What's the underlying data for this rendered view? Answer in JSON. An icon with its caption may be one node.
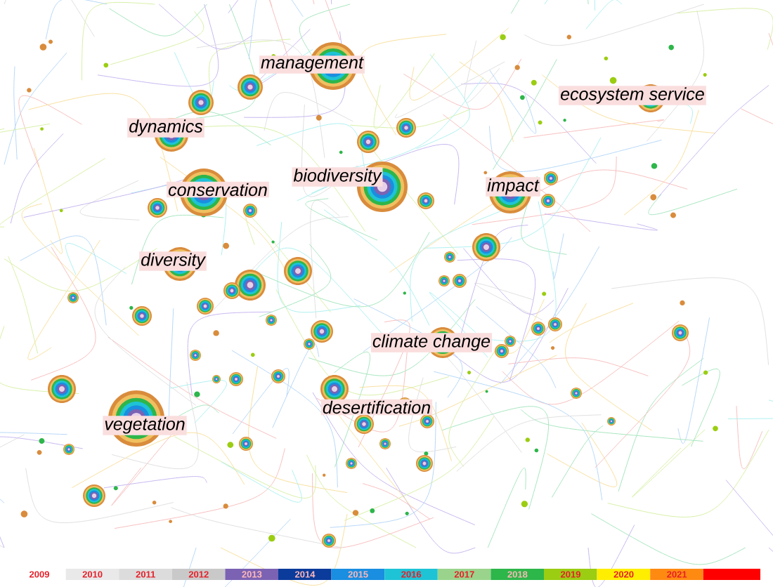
{
  "diagram": {
    "nodes": [
      {
        "text": [
          "management"
        ]
      },
      {
        "text": [
          "dynamics"
        ]
      },
      {
        "text": [
          "ecosystem service"
        ]
      },
      {
        "text": [
          "conservation"
        ]
      },
      {
        "text": [
          "biodiversity"
        ]
      },
      {
        "text": [
          "impact"
        ]
      },
      {
        "text": [
          "diversity"
        ]
      },
      {
        "text": [
          "climate change"
        ]
      },
      {
        "text": [
          "desertification"
        ]
      },
      {
        "text": [
          "vegetation"
        ]
      }
    ],
    "legend": [
      {
        "text": "2009",
        "color": "#ffffff"
      },
      {
        "text": "2010",
        "color": "#e9e9e9"
      },
      {
        "text": "2011",
        "color": "#dcdcdc"
      },
      {
        "text": "2012",
        "color": "#c9c9c9"
      },
      {
        "text": "2013",
        "color": "#7b62b3"
      },
      {
        "text": "2014",
        "color": "#0b3b9b"
      },
      {
        "text": "2015",
        "color": "#1a8ee0"
      },
      {
        "text": "2016",
        "color": "#1ec3d6"
      },
      {
        "text": "2017",
        "color": "#9ad48c"
      },
      {
        "text": "2018",
        "color": "#2db64a"
      },
      {
        "text": "2019",
        "color": "#9bcd12"
      },
      {
        "text": "2020",
        "color": "#ffee00"
      },
      {
        "text": "2021",
        "color": "#ff8a12"
      }
    ]
  }
}
